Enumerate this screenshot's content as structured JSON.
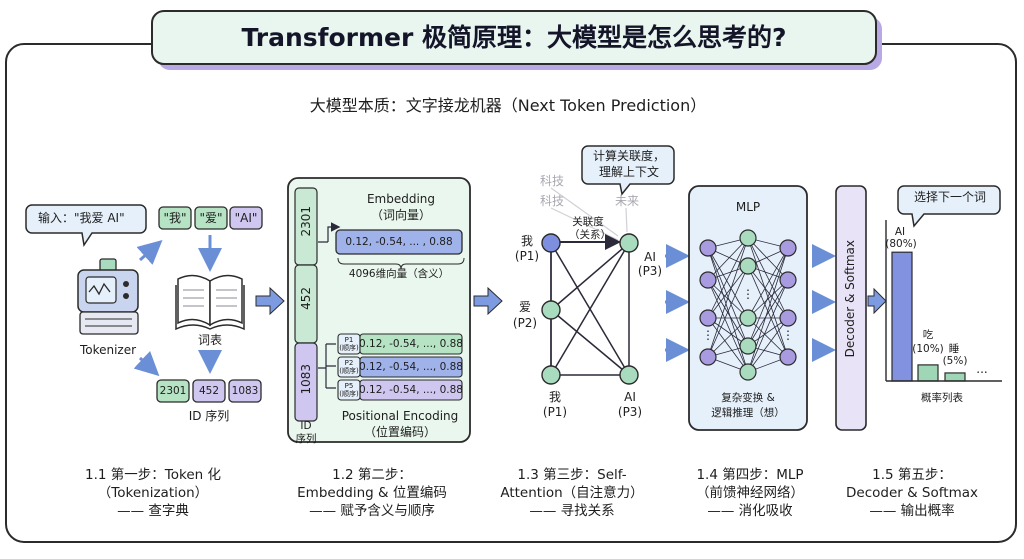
{
  "title": "Transformer 极简原理：大模型是怎么思考的?",
  "subtitle": "大模型本质：文字接龙机器（Next Token Prediction）",
  "colors": {
    "frame_border": "#2b2b2b",
    "title_bg": "#e9f6ef",
    "title_shadow": "#b8a8e3",
    "panel_green": "#eaf7ee",
    "panel_blue": "#e6f0fb",
    "panel_purple": "#e8e3f6",
    "token_green": "#b5e3c4",
    "token_purple": "#cfc7ef",
    "node_blue": "#7f8fe0",
    "node_green": "#a9dcbe",
    "node_purple": "#a99be0",
    "bar_blue": "#8292e0",
    "bar_green": "#9fd6b6",
    "arrow_blue": "#6b8fd6"
  },
  "step1": {
    "speech": "输入：\"我爱 AI\"",
    "tokens": [
      "\"我\"",
      "\"爱\"",
      "\"AI\""
    ],
    "vocab_label": "词表",
    "robot_label": "Tokenizer",
    "id_tokens": [
      "2301",
      "452",
      "1083"
    ],
    "id_label": "ID 序列",
    "caption": [
      "1.1 第一步：Token 化",
      "（Tokenization）",
      "—— 查字典"
    ]
  },
  "step2": {
    "embedding_title": "Embedding",
    "embedding_subtitle": "（词向量）",
    "ids": [
      "2301",
      "452",
      "1083"
    ],
    "vector": "0.12, -0.54, ... , 0.88",
    "vector_note": "4096维向量（含义）",
    "positions": [
      {
        "label": "P1",
        "sub": "(顺序)",
        "vector": "0.12, -0.54, ..., 0.88"
      },
      {
        "label": "P2",
        "sub": "(顺序)",
        "vector": "0.12, -0.54, ..., 0.88"
      },
      {
        "label": "P5",
        "sub": "(顺序)",
        "vector": "0.12, -0.54, ..., 0.88"
      }
    ],
    "pos_title": "Positional Encoding",
    "pos_subtitle": "（位置编码）",
    "id_label": "ID\n序列",
    "caption": [
      "1.2 第二步：",
      "Embedding & 位置编码",
      "—— 赋予含义与顺序"
    ]
  },
  "step3": {
    "speech": [
      "计算关联度，",
      "理解上下文"
    ],
    "faded": [
      "科技",
      "科技",
      "未来"
    ],
    "edge_label": [
      "关联度",
      "（关系）"
    ],
    "nodes": [
      {
        "word": "我",
        "pos": "(P1)"
      },
      {
        "word": "爱",
        "pos": "(P2)"
      },
      {
        "word": "AI",
        "pos": "(P3)"
      },
      {
        "word": "我",
        "pos": "(P1)"
      },
      {
        "word": "AI",
        "pos": "(P3)"
      }
    ],
    "caption": [
      "1.3 第三步：Self-",
      "Attention（自注意力）",
      "—— 寻找关系"
    ]
  },
  "step4": {
    "title": "MLP",
    "note": [
      "复杂变换 &",
      "逻辑推理（想）"
    ],
    "dots": "⋮",
    "caption": [
      "1.4 第四步：MLP",
      "（前馈神经网络）",
      "—— 消化吸收"
    ]
  },
  "step5": {
    "decoder_label": "Decoder & Softmax",
    "speech": "选择下一个词",
    "bars": [
      {
        "word": "AI",
        "prob": "(80%)",
        "value": 80
      },
      {
        "word": "吃",
        "prob": "(10%)",
        "value": 10
      },
      {
        "word": "睡",
        "prob": "(5%)",
        "value": 5
      }
    ],
    "ellipsis": "...",
    "list_label": "概率列表",
    "caption": [
      "1.5 第五步：",
      "Decoder & Softmax",
      "—— 输出概率"
    ]
  }
}
